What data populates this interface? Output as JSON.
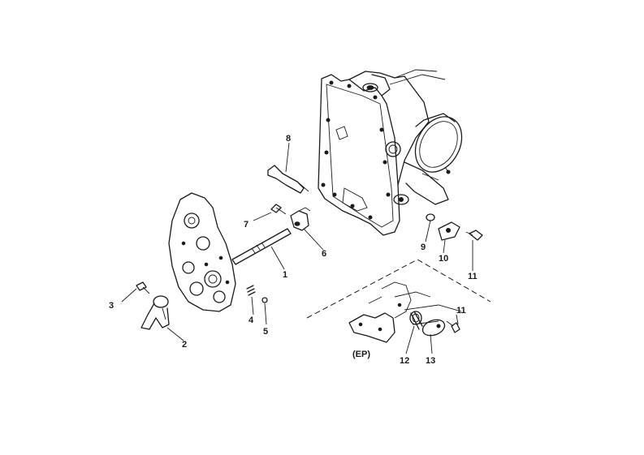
{
  "callouts": {
    "c1": "1",
    "c2": "2",
    "c3": "3",
    "c4": "4",
    "c5": "5",
    "c6": "6",
    "c7": "7",
    "c8": "8",
    "c9": "9",
    "c10": "10",
    "c11a": "11",
    "c11b": "11",
    "c12": "12",
    "c13": "13",
    "ep": "(EP)"
  }
}
